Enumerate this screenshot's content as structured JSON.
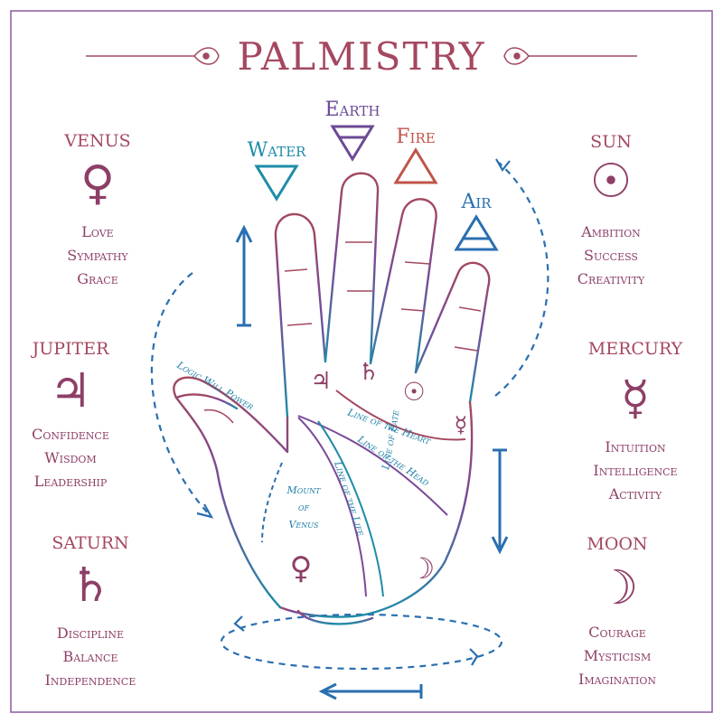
{
  "title": "PALMISTRY",
  "colors": {
    "rose": "#a4485f",
    "purple": "#6b4a96",
    "teal": "#1e8ca8",
    "blue": "#2a6fb0"
  },
  "elements": {
    "earth": {
      "label": "Earth",
      "icon": "earth-triangle-icon"
    },
    "fire": {
      "label": "Fire",
      "icon": "fire-triangle-icon"
    },
    "water": {
      "label": "Water",
      "icon": "water-triangle-icon"
    },
    "air": {
      "label": "Air",
      "icon": "air-triangle-icon"
    }
  },
  "left_planets": [
    {
      "name": "VENUS",
      "icon": "venus-symbol-icon",
      "glyph": "♀",
      "traits": [
        "Love",
        "Sympathy",
        "Grace"
      ]
    },
    {
      "name": "JUPITER",
      "icon": "jupiter-symbol-icon",
      "glyph": "♃",
      "traits": [
        "Confidence",
        "Wisdom",
        "Leadership"
      ]
    },
    {
      "name": "SATURN",
      "icon": "saturn-symbol-icon",
      "glyph": "♄",
      "traits": [
        "Discipline",
        "Balance",
        "Independence"
      ]
    }
  ],
  "right_planets": [
    {
      "name": "SUN",
      "icon": "sun-symbol-icon",
      "glyph": "☉",
      "traits": [
        "Ambition",
        "Success",
        "Creativity"
      ]
    },
    {
      "name": "MERCURY",
      "icon": "mercury-symbol-icon",
      "glyph": "☿",
      "traits": [
        "Intuition",
        "Intelligence",
        "Activity"
      ]
    },
    {
      "name": "MOON",
      "icon": "moon-symbol-icon",
      "glyph": "☽",
      "traits": [
        "Courage",
        "Mysticism",
        "Imagination"
      ]
    }
  ],
  "palm": {
    "finger_glyphs": {
      "jupiter": "♃",
      "saturn": "♄",
      "sun": "☉",
      "mercury": "☿"
    },
    "venus_glyph": "♀",
    "moon_glyph": "☽",
    "thumb_label": "Logic Will Power",
    "mount_label": [
      "Mount",
      "of",
      "Venus"
    ],
    "heart_line": "Line of the Heart",
    "head_line": "Line of the Head",
    "life_line": "Line of the Life",
    "fate_line": "Line of Fate"
  }
}
